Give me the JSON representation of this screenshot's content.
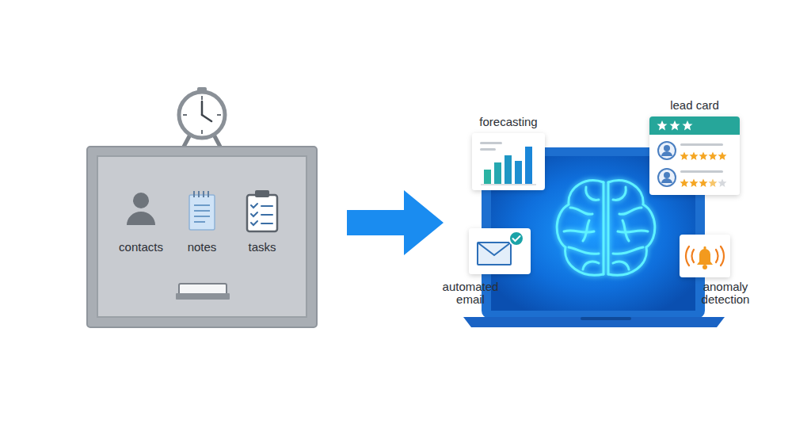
{
  "diagram": {
    "nodes": [
      {
        "text": [
          "contacts",
          "notes",
          "tasks"
        ]
      },
      {
        "text": [
          "forecasting"
        ]
      },
      {
        "text": [
          "lead card"
        ]
      },
      {
        "text": [
          "automated email"
        ]
      },
      {
        "text": [
          "anomaly detection"
        ]
      }
    ]
  }
}
